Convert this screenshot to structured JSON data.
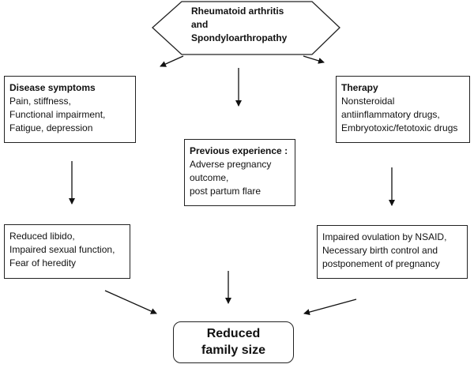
{
  "hexagon": {
    "lines": [
      "Rheumatoid arthritis",
      "and",
      "Spondyloarthropathy"
    ]
  },
  "symptoms": {
    "title": "Disease symptoms",
    "lines": [
      "Pain, stiffness,",
      "Functional impairment,",
      "Fatigue, depression"
    ]
  },
  "therapy": {
    "title": "Therapy",
    "lines": [
      "Nonsteroidal",
      "antiinflammatory drugs,",
      "Embryotoxic/fetotoxic drugs"
    ]
  },
  "experience": {
    "title": "Previous experience :",
    "lines": [
      "Adverse pregnancy",
      "outcome,",
      "post partum flare"
    ]
  },
  "libido": {
    "lines": [
      "Reduced libido,",
      "Impaired sexual function,",
      "Fear of heredity"
    ]
  },
  "ovulation": {
    "lines": [
      "Impaired ovulation by NSAID,",
      "Necessary birth control and",
      "postponement of pregnancy"
    ]
  },
  "outcome": {
    "lines": [
      "Reduced",
      "family size"
    ]
  }
}
